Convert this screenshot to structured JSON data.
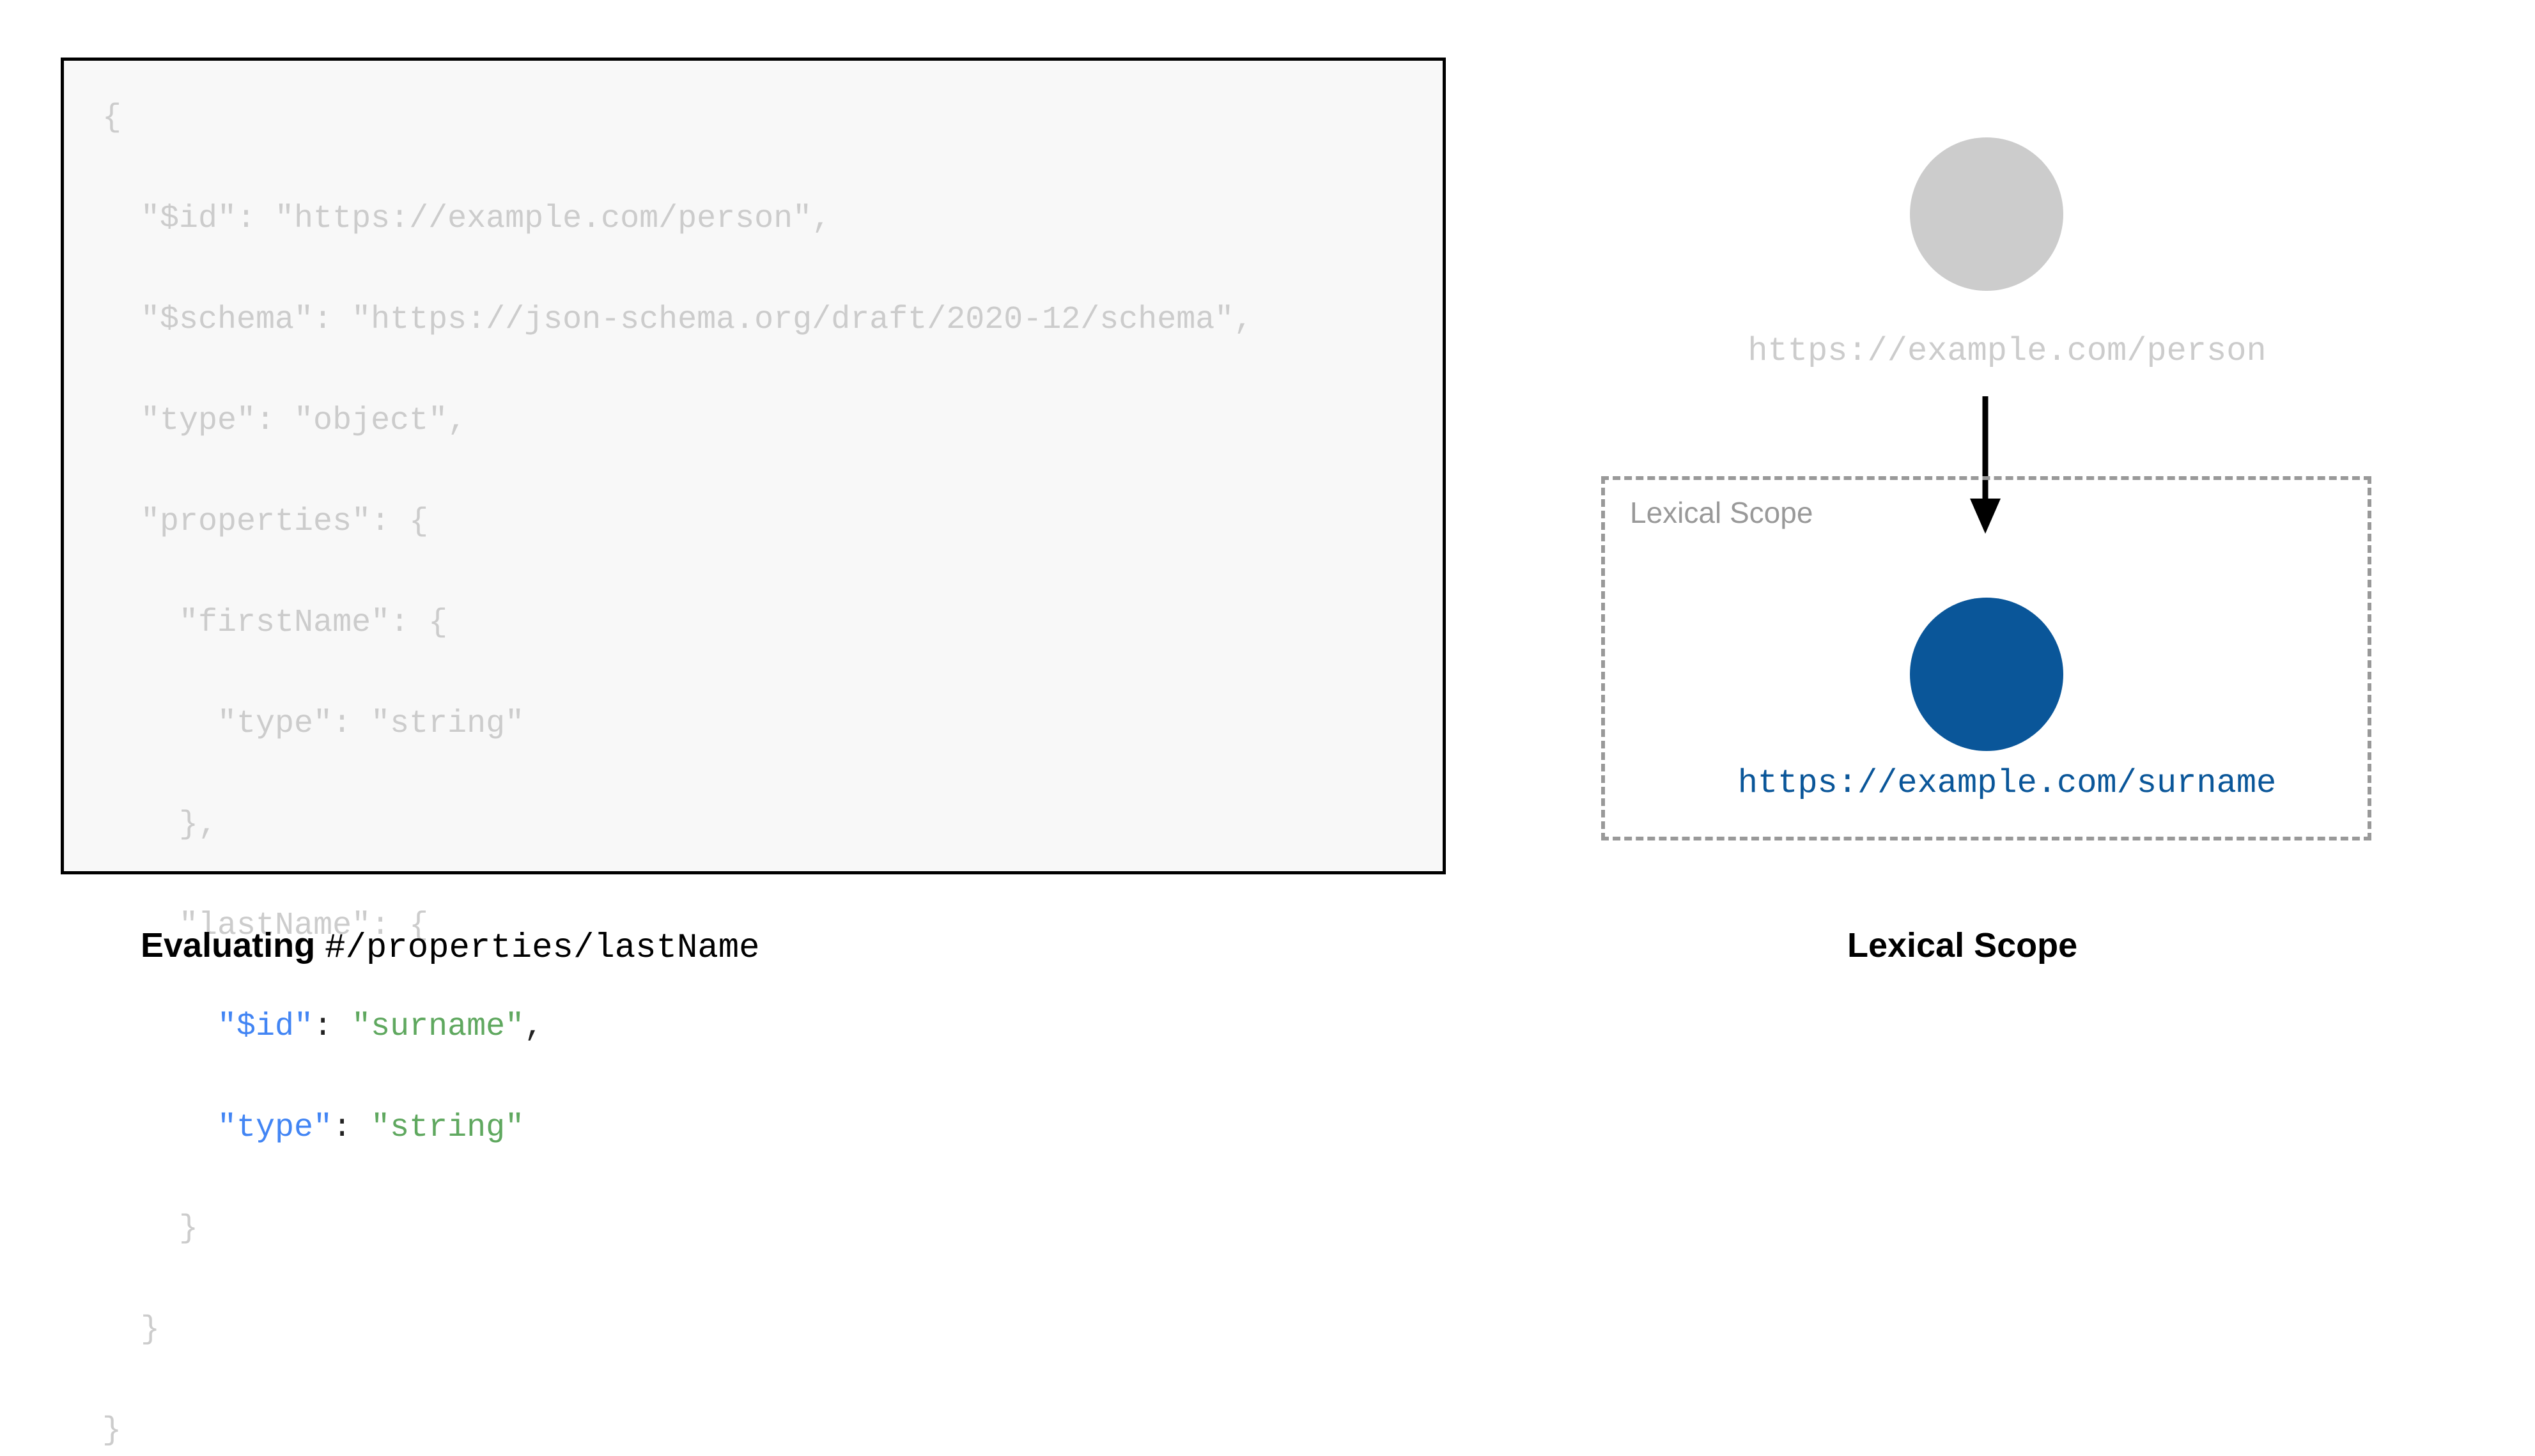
{
  "code_panel": {
    "language": "json",
    "lines": [
      {
        "indent": 0,
        "segments": [
          {
            "text": "{",
            "style": "dim"
          }
        ]
      },
      {
        "indent": 1,
        "segments": [
          {
            "text": "\"$id\": \"https://example.com/person\",",
            "style": "dim"
          }
        ]
      },
      {
        "indent": 1,
        "segments": [
          {
            "text": "\"$schema\": \"https://json-schema.org/draft/2020-12/schema\",",
            "style": "dim"
          }
        ]
      },
      {
        "indent": 1,
        "segments": [
          {
            "text": "\"type\": \"object\",",
            "style": "dim"
          }
        ]
      },
      {
        "indent": 1,
        "segments": [
          {
            "text": "\"properties\": {",
            "style": "dim"
          }
        ]
      },
      {
        "indent": 2,
        "segments": [
          {
            "text": "\"firstName\": {",
            "style": "dim"
          }
        ]
      },
      {
        "indent": 3,
        "segments": [
          {
            "text": "\"type\": \"string\"",
            "style": "dim"
          }
        ]
      },
      {
        "indent": 2,
        "segments": [
          {
            "text": "},",
            "style": "dim"
          }
        ]
      },
      {
        "indent": 2,
        "segments": [
          {
            "text": "\"lastName\": {",
            "style": "dim"
          }
        ]
      },
      {
        "indent": 3,
        "segments": [
          {
            "text": "\"$id\"",
            "style": "key"
          },
          {
            "text": ":",
            "style": "punct"
          },
          {
            "text": " ",
            "style": "punct"
          },
          {
            "text": "\"surname\"",
            "style": "val"
          },
          {
            "text": ",",
            "style": "punct"
          }
        ]
      },
      {
        "indent": 3,
        "segments": [
          {
            "text": "\"type\"",
            "style": "key"
          },
          {
            "text": ":",
            "style": "punct"
          },
          {
            "text": " ",
            "style": "punct"
          },
          {
            "text": "\"string\"",
            "style": "val"
          }
        ]
      },
      {
        "indent": 2,
        "segments": [
          {
            "text": "}",
            "style": "dim"
          }
        ]
      },
      {
        "indent": 1,
        "segments": [
          {
            "text": "}",
            "style": "dim"
          }
        ]
      },
      {
        "indent": 0,
        "segments": [
          {
            "text": "}",
            "style": "dim"
          }
        ]
      }
    ]
  },
  "captions": {
    "left_bold": "Evaluating",
    "left_mono": "#/properties/lastName",
    "right_bold": "Lexical Scope"
  },
  "diagram": {
    "outer_node_label": "https://example.com/person",
    "inner_node_label": "https://example.com/surname",
    "scope_box_label": "Lexical Scope",
    "arrow_direction": "down"
  },
  "colors": {
    "dim_text": "#cccccc",
    "json_key": "#4285f4",
    "json_value": "#5fa85f",
    "json_punct": "#222222",
    "outer_node_fill": "#cccccc",
    "inner_node_fill": "#0a5699",
    "scope_border": "#999999",
    "arrow": "#000000",
    "card_border": "#000000",
    "card_background": "#f8f8f8"
  }
}
